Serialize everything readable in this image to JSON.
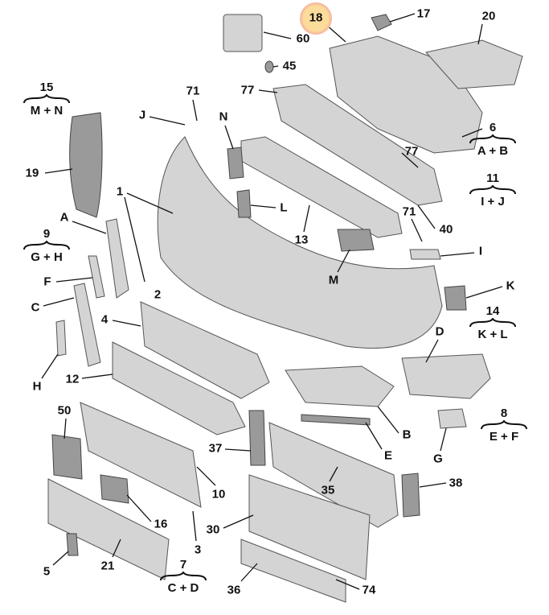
{
  "labels": {
    "p18": "18",
    "p17": "17",
    "p20": "20",
    "p60": "60",
    "p45": "45",
    "p77a": "77",
    "p71a": "71",
    "pJ": "J",
    "pN": "N",
    "p77b": "77",
    "p19": "19",
    "p1": "1",
    "pL": "L",
    "p71b": "71",
    "p13": "13",
    "p40": "40",
    "pA": "A",
    "pI": "I",
    "pF": "F",
    "pM": "M",
    "p2": "2",
    "pK": "K",
    "pC": "C",
    "p4": "4",
    "pD": "D",
    "pH": "H",
    "p12": "12",
    "p50": "50",
    "pB": "B",
    "p37": "37",
    "pE": "E",
    "pG": "G",
    "p35": "35",
    "p38": "38",
    "p10": "10",
    "p16": "16",
    "p30": "30",
    "p3": "3",
    "p5": "5",
    "p21": "21",
    "p36": "36",
    "p74": "74"
  },
  "groups": [
    {
      "number": "15",
      "parts": "M + N"
    },
    {
      "number": "6",
      "parts": "A + B"
    },
    {
      "number": "11",
      "parts": "I + J"
    },
    {
      "number": "9",
      "parts": "G + H"
    },
    {
      "number": "14",
      "parts": "K + L"
    },
    {
      "number": "8",
      "parts": "E + F"
    },
    {
      "number": "7",
      "parts": "C + D"
    }
  ],
  "highlight": {
    "label": "18",
    "ring_color": "#f3a3a0",
    "fill_color": "#fbdc9a"
  }
}
